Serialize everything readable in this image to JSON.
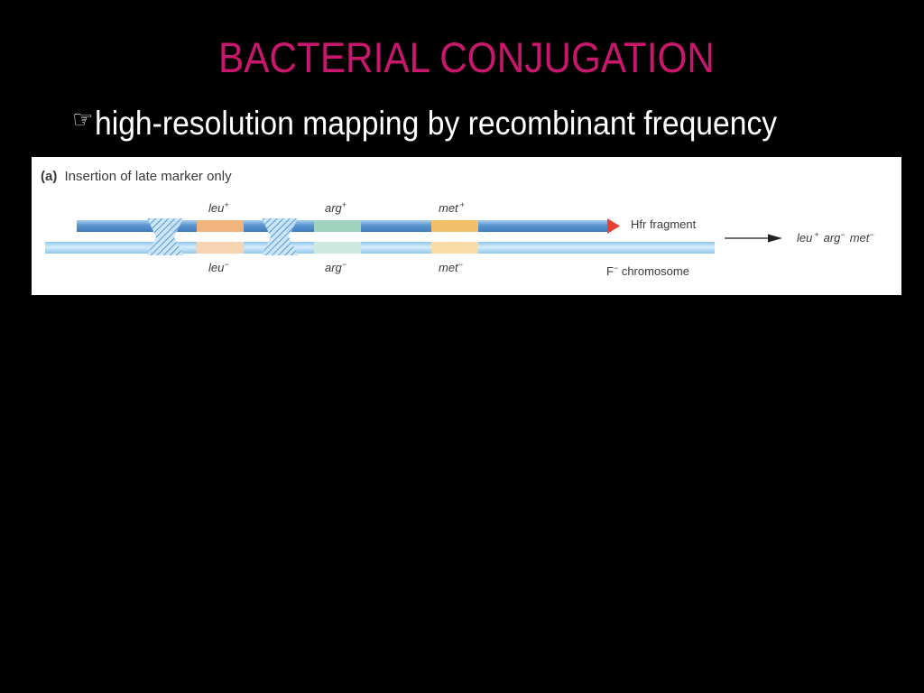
{
  "slide": {
    "title": "BACTERIAL CONJUGATION",
    "bullet_icon": "☞",
    "bullet_icon_name": "pointing-hand-icon",
    "bullet_text": "high-resolution mapping by recombinant frequency"
  },
  "figure": {
    "panel_letter": "(a)",
    "panel_caption": "Insertion of late marker only",
    "hfr": {
      "leu": {
        "base": "leu",
        "sup": "+"
      },
      "arg": {
        "base": "arg",
        "sup": "+"
      },
      "met": {
        "base": "met",
        "sup": "+"
      },
      "label": "Hfr fragment"
    },
    "recipient": {
      "leu": {
        "base": "leu",
        "sup": "−"
      },
      "arg": {
        "base": "arg",
        "sup": "−"
      },
      "met": {
        "base": "met",
        "sup": "−"
      },
      "label_prefix": "F",
      "label_sup": "−",
      "label_rest": " chromosome"
    },
    "result": {
      "leu": {
        "base": "leu",
        "sup": "+"
      },
      "arg": {
        "base": "arg",
        "sup": "−"
      },
      "met": {
        "base": "met",
        "sup": "−"
      }
    }
  },
  "colors": {
    "background": "#000000",
    "title": "#c8176c",
    "text": "#ffffff",
    "hfr_strand": "#5b95d0",
    "hfr_strand_light": "#a9cdee",
    "recipient_strand": "#8fc7ef",
    "recipient_strand_light": "#d6ecfa",
    "gene_leu": "#f0b47c",
    "gene_arg": "#9fd3c0",
    "gene_met": "#f2bf6a",
    "arrowhead": "#e8412f",
    "crossover": "#6fb2e0"
  }
}
